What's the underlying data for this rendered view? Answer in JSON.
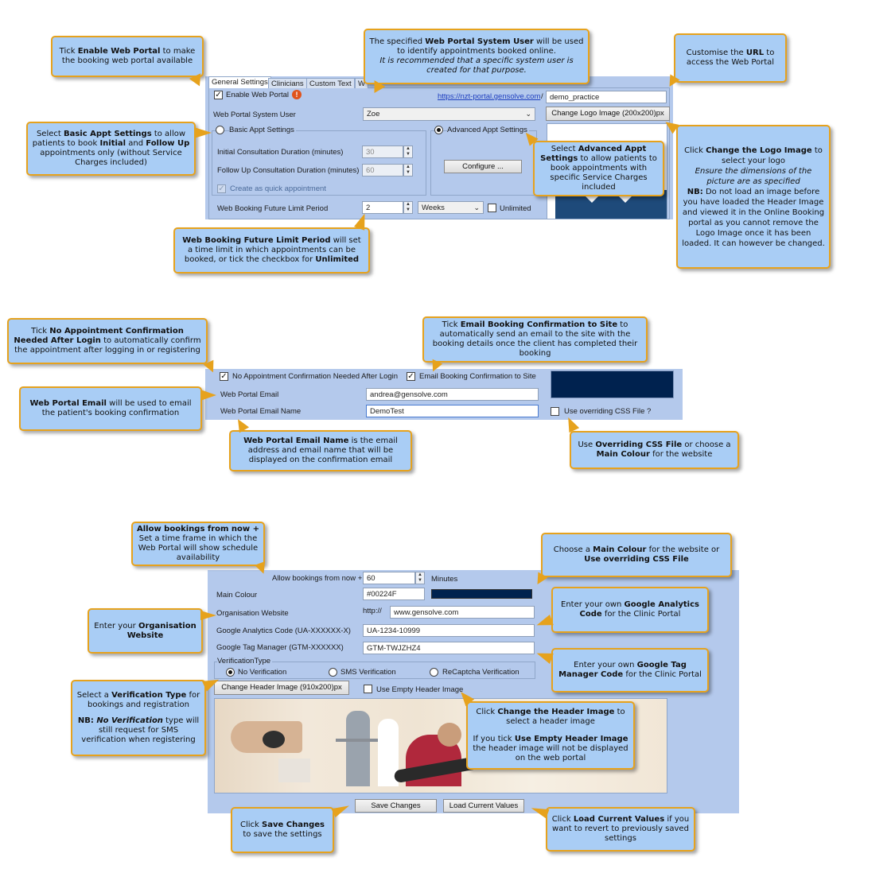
{
  "s1": {
    "tabs": [
      "General Settings",
      "Clinicians",
      "Custom Text",
      "W"
    ],
    "enable_web_portal": "Enable Web Portal",
    "portal_url": "https://nzt-portal.gensolve.com",
    "url_sep": "/",
    "practice": "demo_practice",
    "system_user_label": "Web Portal System User",
    "system_user_value": "Zoe",
    "change_logo": "Change Logo Image (200x200)px",
    "basic_appt": "Basic Appt Settings",
    "advanced_appt": "Advanced Appt Settings",
    "initial_label": "Initial Consultation Duration (minutes)",
    "initial_value": "30",
    "followup_label": "Follow Up Consultation Duration (minutes)",
    "followup_value": "60",
    "configure": "Configure ...",
    "quick_appt": "Create as quick appointment",
    "future_label": "Web Booking Future Limit Period",
    "future_value": "2",
    "future_unit": "Weeks",
    "unlimited": "Unlimited"
  },
  "s2": {
    "no_confirm": "No Appointment Confirmation Needed After Login",
    "email_confirm": "Email Booking Confirmation to Site",
    "email_label": "Web Portal Email",
    "email_value": "andrea@gensolve.com",
    "email_name_label": "Web Portal Email Name",
    "email_name_value": "DemoTest",
    "override_css": "Use overriding CSS File ?"
  },
  "s3": {
    "allow_label": "Allow bookings from now +",
    "allow_value": "60",
    "allow_unit": "Minutes",
    "main_colour_label": "Main Colour",
    "main_colour_value": "#00224F",
    "org_label": "Organisation Website",
    "org_prefix": "http://",
    "org_value": "www.gensolve.com",
    "ga_label": "Google Analytics Code (UA-XXXXXX-X)",
    "ga_value": "UA-1234-10999",
    "gtm_label": "Google Tag Manager (GTM-XXXXXX)",
    "gtm_value": "GTM-TWJZHZ4",
    "verif_group": "VerificationType",
    "verif_none": "No Verification",
    "verif_sms": "SMS Verification",
    "verif_recaptcha": "ReCaptcha Verification",
    "change_header": "Change Header Image (910x200)px",
    "empty_header": "Use Empty Header Image",
    "save": "Save Changes",
    "load": "Load Current Values"
  },
  "callouts": {
    "c1": [
      "Tick ",
      "Enable Web Portal",
      " to make the booking web portal available"
    ],
    "c2": [
      "The specified ",
      "Web Portal System User",
      " will be used to identify appointments booked online.",
      "It is recommended that a specific system user is created for that purpose."
    ],
    "c3": [
      "Customise the ",
      "URL",
      " to access the Web Portal"
    ],
    "c4": [
      "Select ",
      "Basic Appt Settings",
      " to allow patients to book ",
      "Initial",
      " and ",
      "Follow Up",
      " appointments only (without Service Charges included)"
    ],
    "c5": [
      "Select ",
      "Advanced Appt Settings",
      " to allow patients to book appointments with specific Service Charges included"
    ],
    "c6": [
      "Click ",
      "Change the Logo Image",
      " to select your logo",
      "Ensure the dimensions of the picture are as specified",
      "NB:",
      " Do not load an image before you have loaded the Header Image and viewed it in the Online Booking portal as you cannot remove the Logo Image once it has been loaded.  It can however be changed."
    ],
    "c7": [
      "Web Booking Future Limit Period",
      " will set a time limit in which appointments can be booked, or tick the checkbox for ",
      "Unlimited"
    ],
    "c8": [
      "Tick ",
      "No Appointment Confirmation Needed After Login",
      " to automatically confirm the appointment after logging in or registering"
    ],
    "c9": [
      "Tick ",
      "Email Booking Confirmation to Site",
      " to automatically send an email to the site with the booking details once the client has completed their booking"
    ],
    "c10": [
      "Web Portal Email",
      " will be used to email the patient's booking confirmation"
    ],
    "c11": [
      "Web Portal Email Name",
      " is the email address and email name that will be displayed on the confirmation email"
    ],
    "c12": [
      "Use ",
      "Overriding CSS File",
      " or choose a ",
      "Main Colour",
      " for the website"
    ],
    "c13": [
      "Allow bookings from now +",
      " Set a time frame in which the Web Portal will show schedule availability"
    ],
    "c14": [
      "Choose a ",
      "Main Colour",
      " for the website or ",
      "Use overriding CSS File"
    ],
    "c15": [
      "Enter your own ",
      "Google Analytics Code",
      " for the Clinic Portal"
    ],
    "c16": [
      "Enter your ",
      "Organisation Website"
    ],
    "c17": [
      "Enter your own ",
      "Google Tag Manager Code",
      " for the Clinic Portal"
    ],
    "c18": [
      "Select a ",
      "Verification Type",
      " for bookings and registration",
      "NB: ",
      "No Verification",
      " type will still request for SMS verification when registering"
    ],
    "c19": [
      "Click ",
      "Change the Header Image",
      " to select a header image",
      "If you tick ",
      "Use Empty Header Image",
      " the header image will not be displayed on the web portal"
    ],
    "c20": [
      "Click ",
      "Save Changes",
      " to save the settings"
    ],
    "c21": [
      "Click ",
      "Load Current Values",
      " if you want to revert to previously saved settings"
    ]
  },
  "colors": {
    "panel": "#b4c9ec",
    "callout_fill": "#a9cdf5",
    "callout_border": "#e6a21d",
    "brand_navy": "#00224F"
  }
}
